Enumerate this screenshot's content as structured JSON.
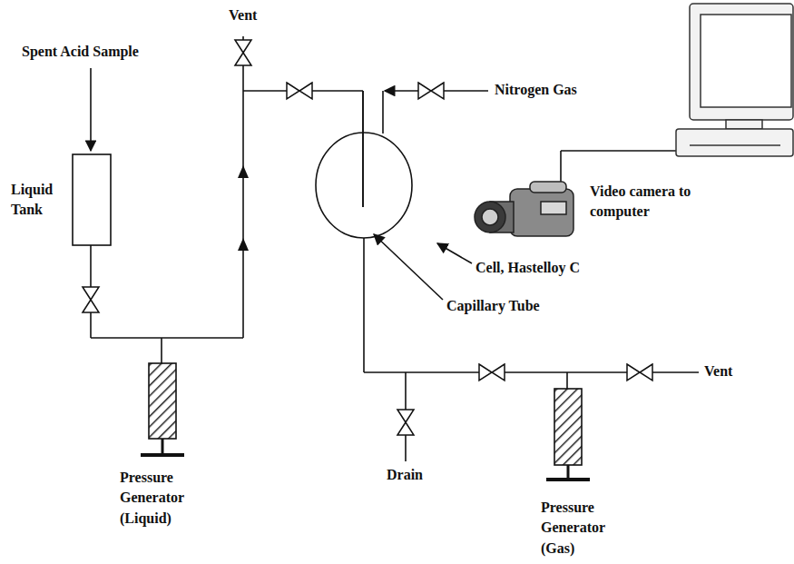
{
  "diagram": {
    "labels": [
      "Vent",
      "Spent Acid Sample",
      "Nitrogen Gas",
      "Liquid Tank",
      "Video camera to computer",
      "Cell, Hastelloy C",
      "Capillary Tube",
      "Vent",
      "Drain",
      "Pressure Generator (Liquid)",
      "Pressure Generator (Gas)"
    ]
  }
}
